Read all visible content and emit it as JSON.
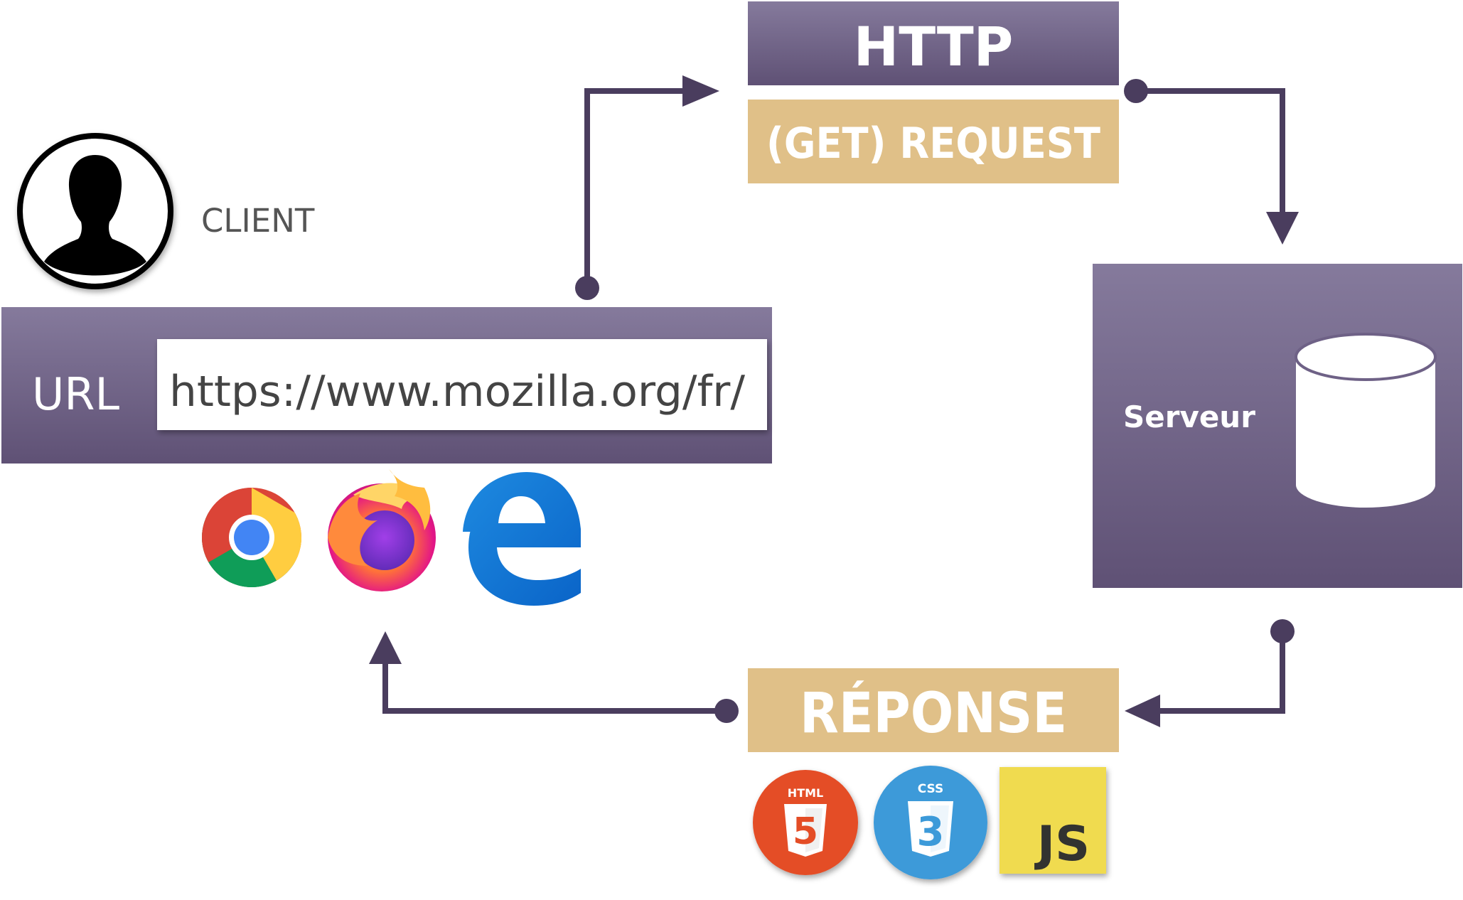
{
  "client": {
    "label": "CLIENT",
    "avatar_icon": "user-silhouette-icon"
  },
  "url_bar": {
    "label": "URL",
    "value": "https://www.mozilla.org/fr/"
  },
  "browsers": [
    {
      "name": "Chrome",
      "icon": "chrome-icon"
    },
    {
      "name": "Firefox",
      "icon": "firefox-icon"
    },
    {
      "name": "Edge",
      "icon": "edge-icon"
    }
  ],
  "request": {
    "protocol_label": "HTTP",
    "request_label": "(GET) REQUEST"
  },
  "server": {
    "label": "Serveur",
    "icon": "database-cylinder-icon"
  },
  "response": {
    "label": "RÉPONSE",
    "technologies": [
      {
        "name": "HTML",
        "icon": "html5-icon",
        "badge": "HTML",
        "glyph": "5"
      },
      {
        "name": "CSS",
        "icon": "css3-icon",
        "badge": "CSS",
        "glyph": "3"
      },
      {
        "name": "JS",
        "icon": "javascript-icon",
        "badge": "JS"
      }
    ]
  },
  "colors": {
    "purple_top": "#857a9c",
    "purple_bottom": "#5f5175",
    "tan": "#e0c088",
    "connector": "#4a3d5e",
    "white": "#ffffff",
    "client_text": "#555555",
    "html_orange": "#e44d26",
    "css_blue": "#3c9ad9",
    "js_yellow": "#f0db4f"
  }
}
